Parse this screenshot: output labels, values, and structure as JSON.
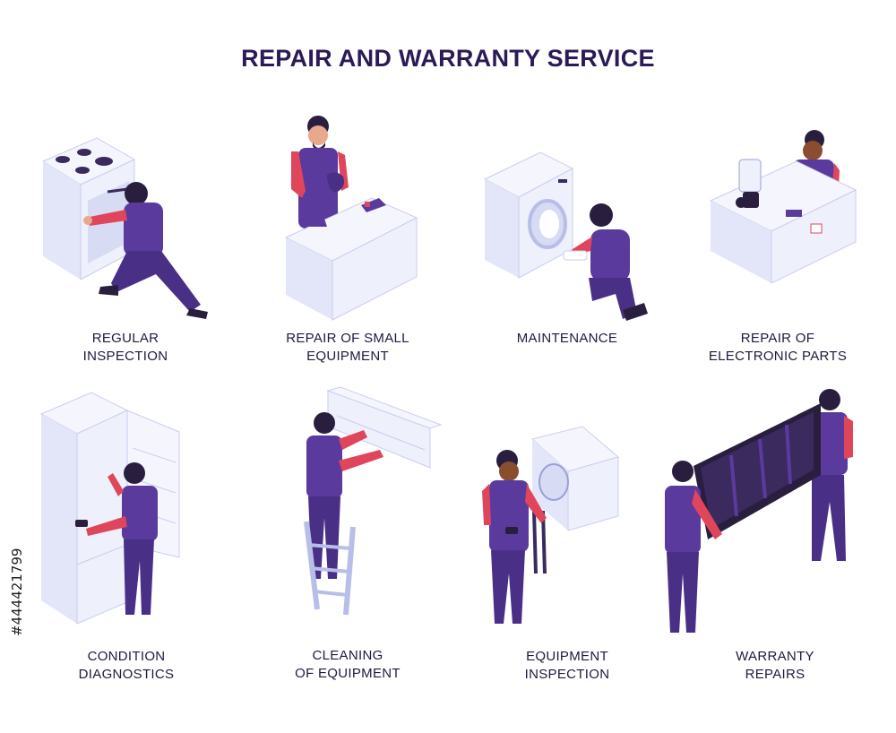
{
  "title": "REPAIR AND WARRANTY SERVICE",
  "stock_id": "#444421799",
  "colors": {
    "overalls": "#5b3a9e",
    "shirt": "#e0465b",
    "appliance": "#eef0fb",
    "appliance_shade": "#c9cdef",
    "skin_light": "#e8a88c",
    "skin_dark": "#8a4e2f",
    "hair": "#2a1e3f",
    "title": "#2b1a57"
  },
  "cards": [
    {
      "icon": "stove-repair-icon",
      "line1": "REGULAR",
      "line2": "INSPECTION"
    },
    {
      "icon": "small-equipment-repair-icon",
      "line1": "REPAIR OF SMALL",
      "line2": "EQUIPMENT"
    },
    {
      "icon": "washing-machine-icon",
      "line1": "MAINTENANCE",
      "line2": ""
    },
    {
      "icon": "electronics-desk-icon",
      "line1": "REPAIR OF",
      "line2": "ELECTRONIC PARTS"
    },
    {
      "icon": "fridge-diagnostics-icon",
      "line1": "CONDITION",
      "line2": "DIAGNOSTICS"
    },
    {
      "icon": "air-conditioner-cleaning-icon",
      "line1": "CLEANING",
      "line2": "OF EQUIPMENT"
    },
    {
      "icon": "outdoor-unit-inspection-icon",
      "line1": "EQUIPMENT",
      "line2": "INSPECTION"
    },
    {
      "icon": "panel-carry-icon",
      "line1": "WARRANTY",
      "line2": "REPAIRS"
    }
  ]
}
